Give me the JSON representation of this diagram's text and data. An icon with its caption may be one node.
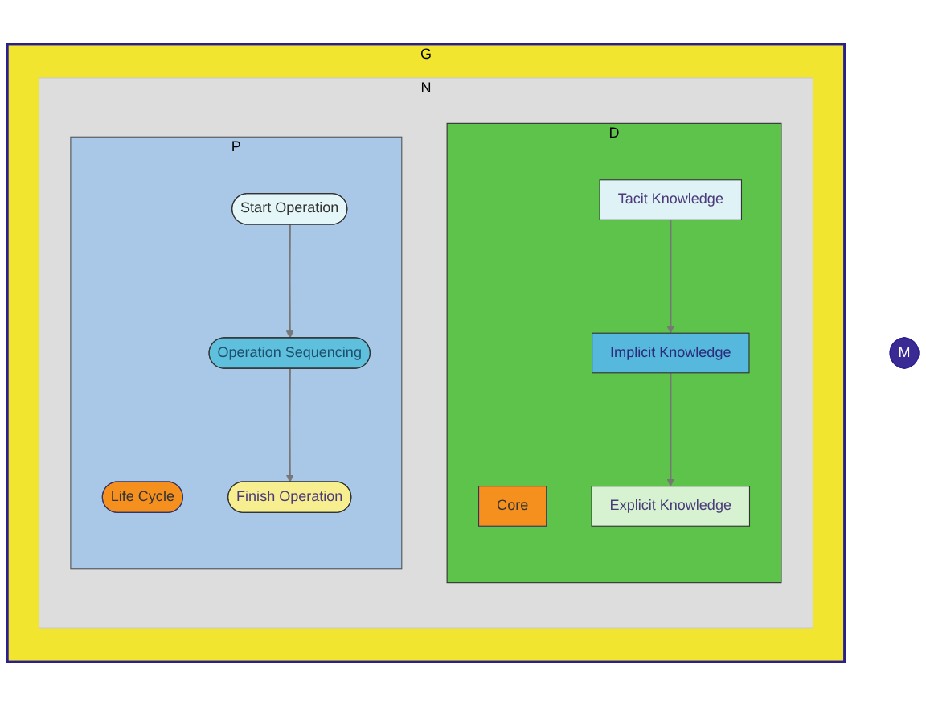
{
  "diagram": {
    "nodes": [
      {
        "text": [
          "G"
        ]
      },
      {
        "text": [
          "N"
        ],
        "in": 0
      },
      {
        "text": [
          "D"
        ],
        "in": 1
      },
      {
        "text": [
          "Core"
        ],
        "in": 2
      },
      {
        "text": [
          "Tacit Knowledge"
        ],
        "in": 2
      },
      {
        "text": [
          "Implicit Knowledge"
        ],
        "in": 2
      },
      {
        "text": [
          "Explicit Knowledge"
        ],
        "in": 2
      },
      {
        "text": [
          "P"
        ],
        "in": 1
      },
      {
        "text": [
          "Life Cycle"
        ],
        "in": 7
      },
      {
        "text": [
          "Start Operation"
        ],
        "in": 7
      },
      {
        "text": [
          "Operation Sequencing"
        ],
        "in": 7
      },
      {
        "text": [
          "Finish Operation"
        ],
        "in": 7
      },
      {
        "text": [
          "M"
        ]
      }
    ],
    "edges": [
      {
        "from": 4,
        "to": 5,
        "arrow": "to"
      },
      {
        "from": 5,
        "to": 6,
        "arrow": "to"
      },
      {
        "from": 9,
        "to": 10,
        "arrow": "to"
      },
      {
        "from": 10,
        "to": 11,
        "arrow": "to"
      }
    ]
  }
}
